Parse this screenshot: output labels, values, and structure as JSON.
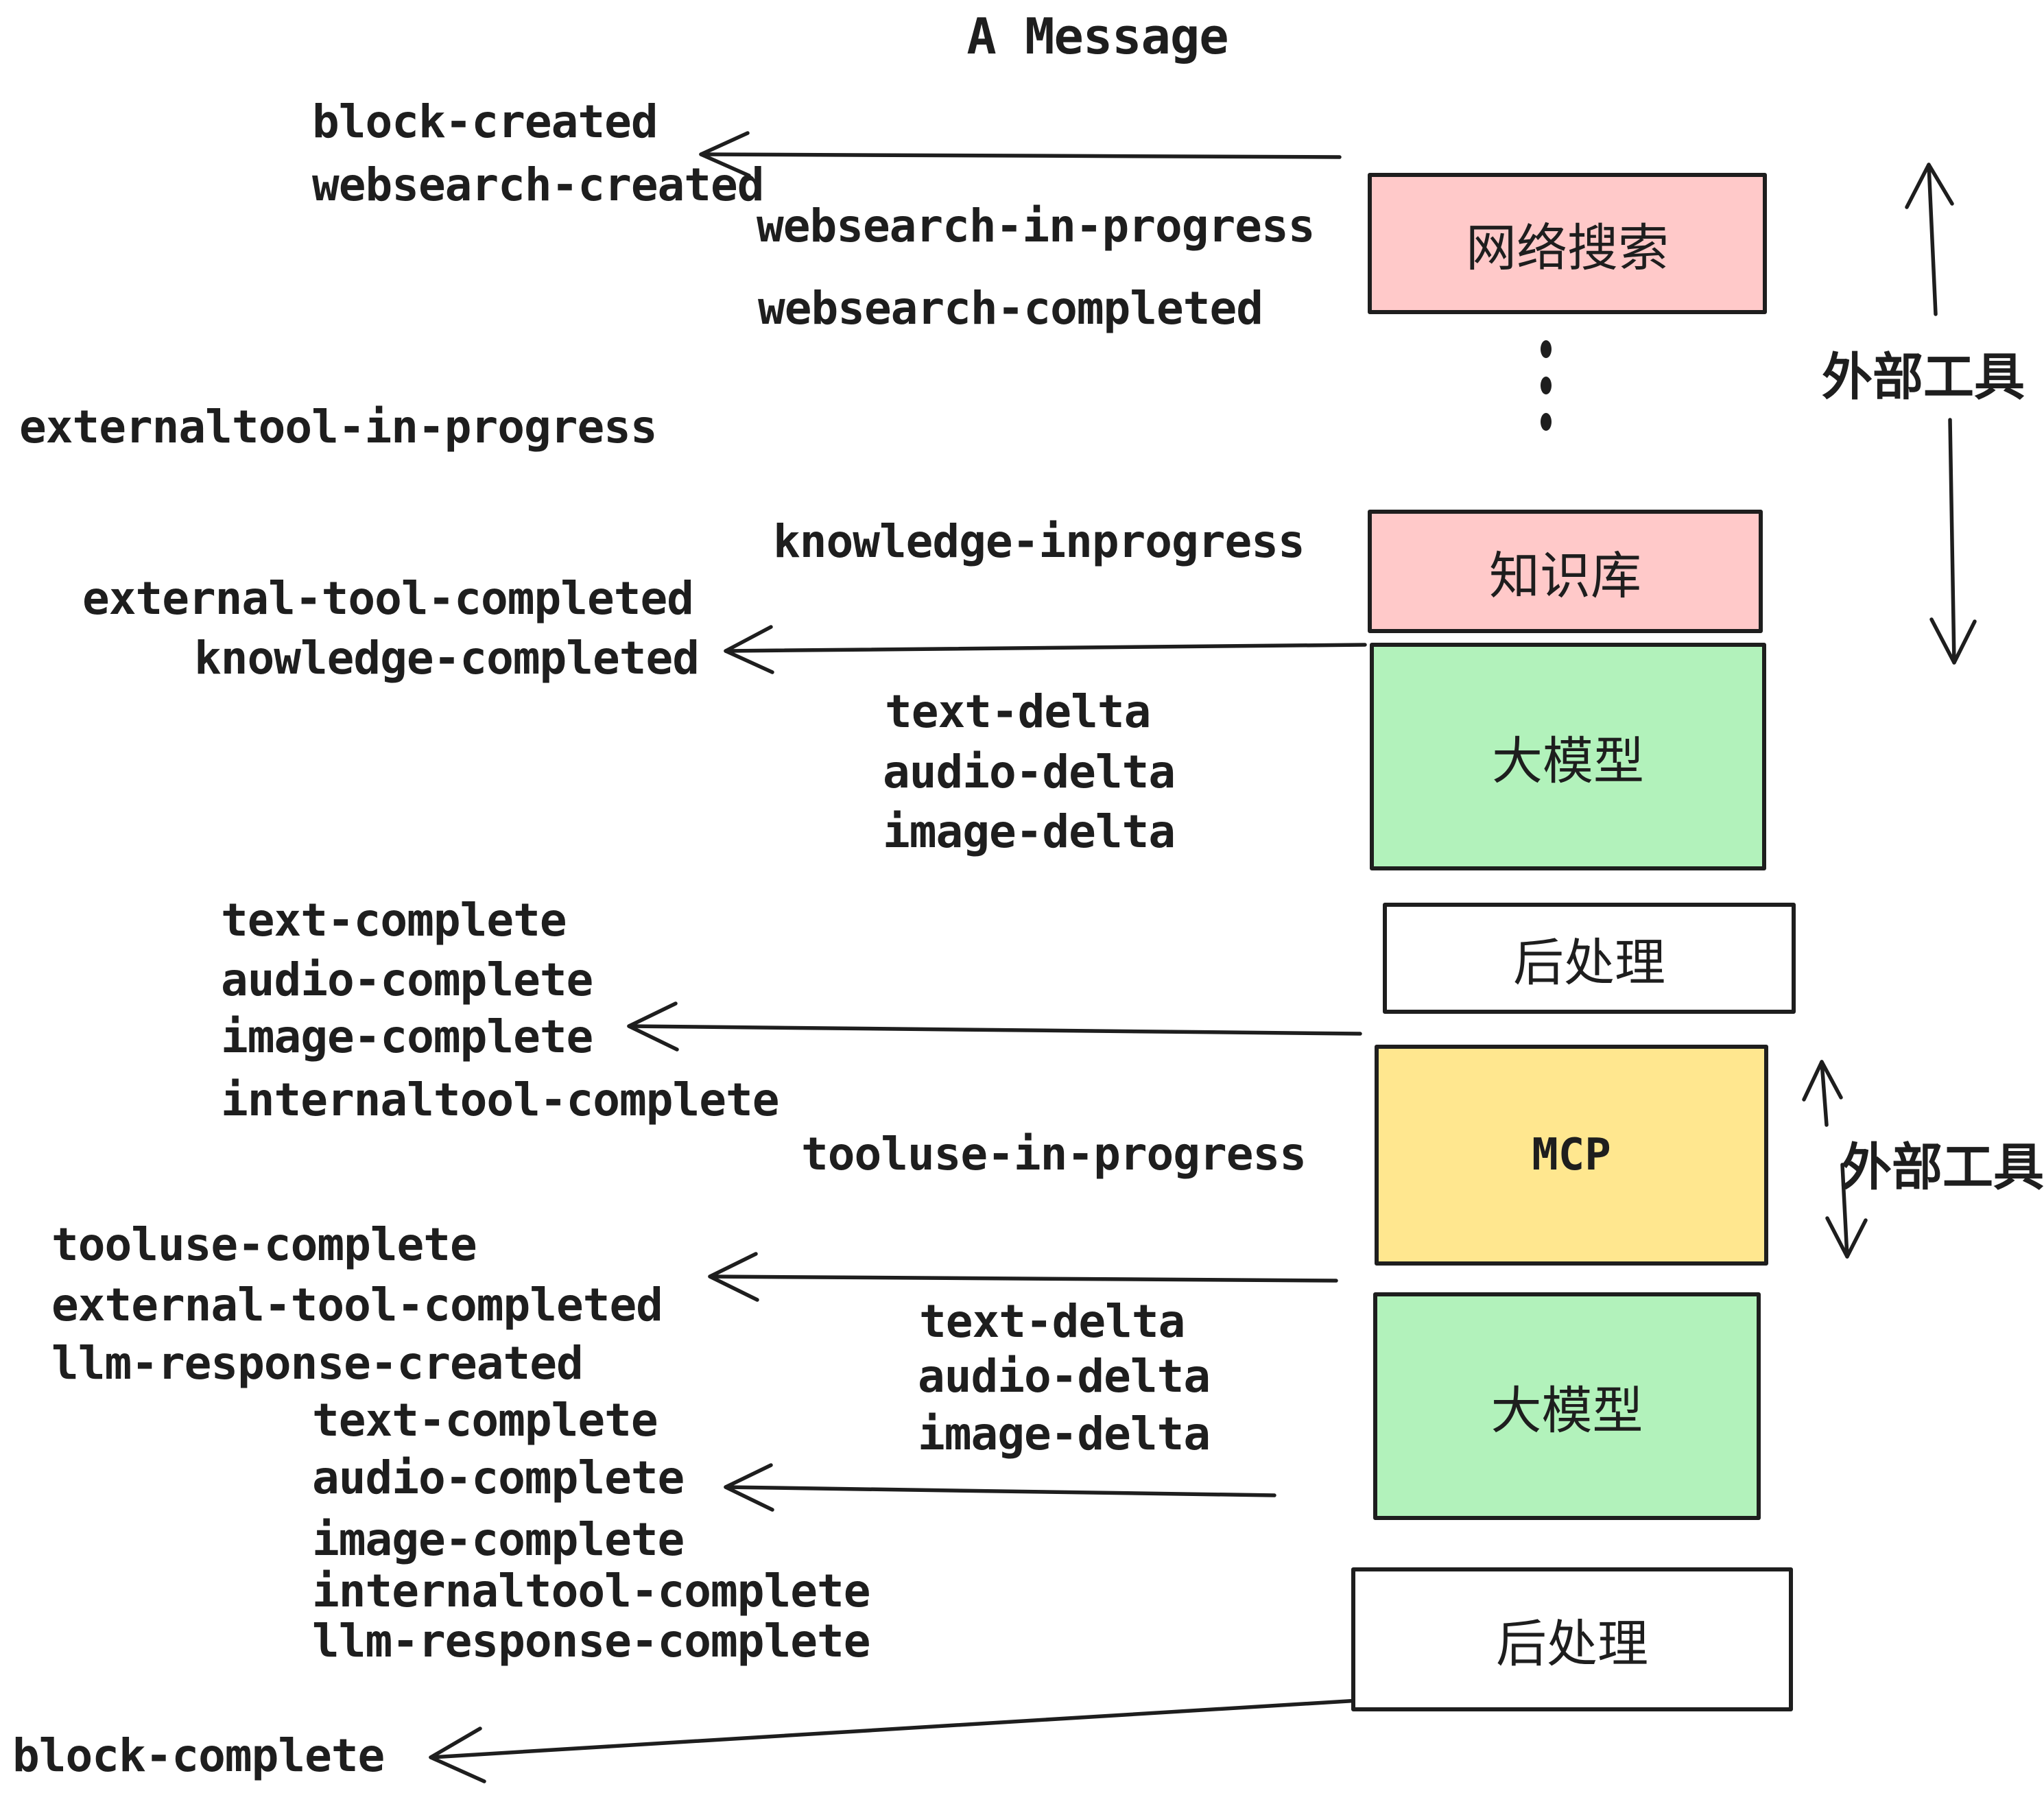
{
  "title": "A Message",
  "colors": {
    "ink": "#1e1e1e",
    "pink": "#ffc9c9",
    "green": "#b2f2bb",
    "yellow": "#ffe78f",
    "white": "#ffffff"
  },
  "stages": [
    {
      "id": "websearch",
      "label": "网络搜索",
      "fill": "pink"
    },
    {
      "id": "knowledge",
      "label": "知识库",
      "fill": "pink"
    },
    {
      "id": "llm-1",
      "label": "大模型",
      "fill": "green"
    },
    {
      "id": "postprocess-1",
      "label": "后处理",
      "fill": "white"
    },
    {
      "id": "mcp",
      "label": "MCP",
      "fill": "yellow"
    },
    {
      "id": "llm-2",
      "label": "大模型",
      "fill": "green"
    },
    {
      "id": "postprocess-2",
      "label": "后处理",
      "fill": "white"
    }
  ],
  "side_labels": {
    "external_tools_1": "外部工具",
    "external_tools_2": "外部工具"
  },
  "events": {
    "block_created": "block-created",
    "websearch_created": "websearch-created",
    "websearch_in_progress": "websearch-in-progress",
    "websearch_completed": "websearch-completed",
    "externaltool_in_progress": "externaltool-in-progress",
    "external_tool_completed": "external-tool-completed",
    "knowledge_inprogress": "knowledge-inprogress",
    "knowledge_completed": "knowledge-completed",
    "text_delta": "text-delta",
    "audio_delta": "audio-delta",
    "image_delta": "image-delta",
    "text_complete": "text-complete",
    "audio_complete": "audio-complete",
    "image_complete": "image-complete",
    "internaltool_complete": "internaltool-complete",
    "tooluse_in_progress": "tooluse-in-progress",
    "tooluse_complete": "tooluse-complete",
    "llm_response_created": "llm-response-created",
    "llm_response_complete": "llm-response-complete",
    "block_complete": "block-complete"
  }
}
